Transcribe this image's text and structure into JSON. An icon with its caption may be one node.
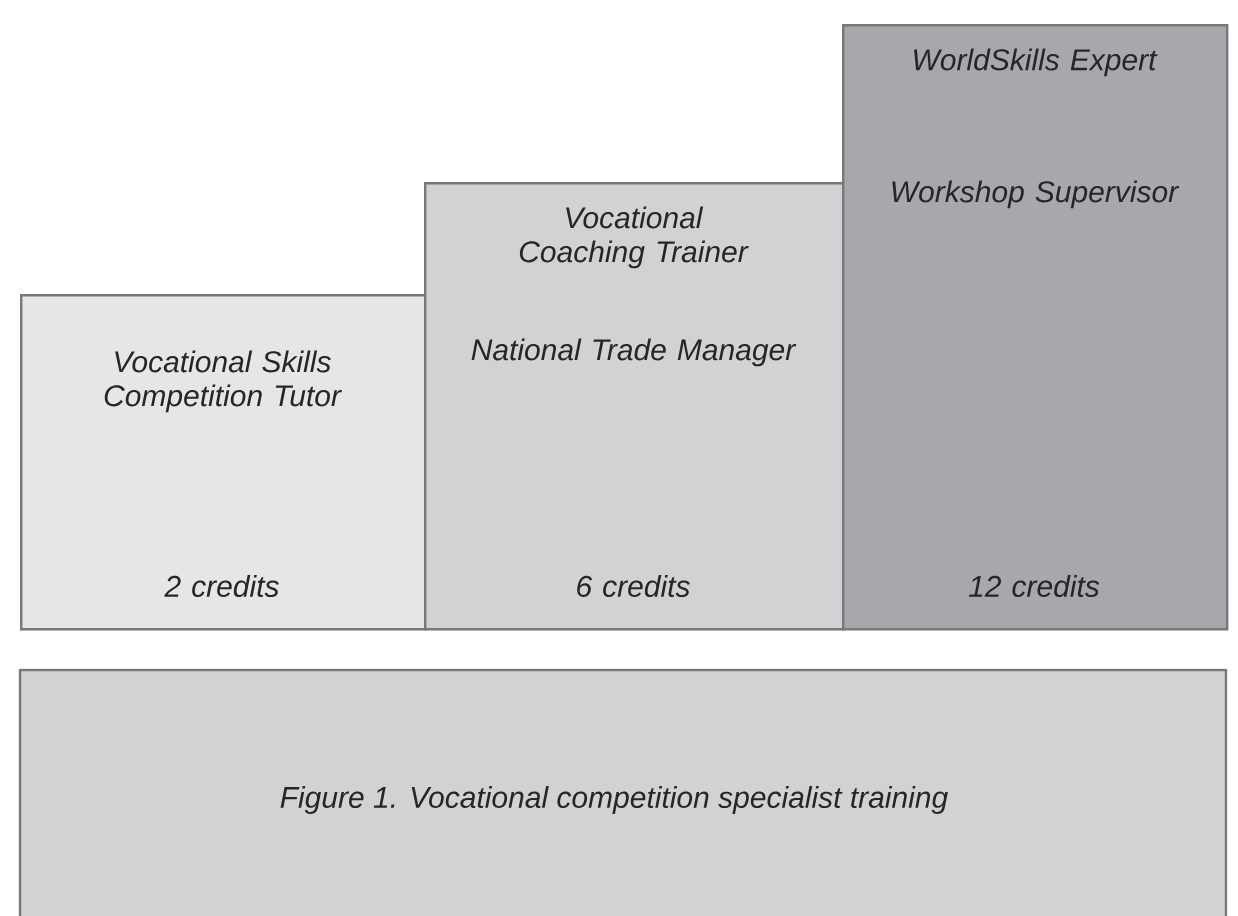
{
  "diagram": {
    "caption": "Figure 1. Vocational competition specialist training",
    "nodes": [
      {
        "text": [
          "Vocational Skills Competition Tutor",
          "2 credits"
        ]
      },
      {
        "text": [
          "Vocational Coaching Trainer",
          "National Trade Manager",
          "6 credits"
        ]
      },
      {
        "text": [
          "WorldSkills Expert",
          "Workshop Supervisor",
          "12 credits"
        ]
      }
    ]
  }
}
